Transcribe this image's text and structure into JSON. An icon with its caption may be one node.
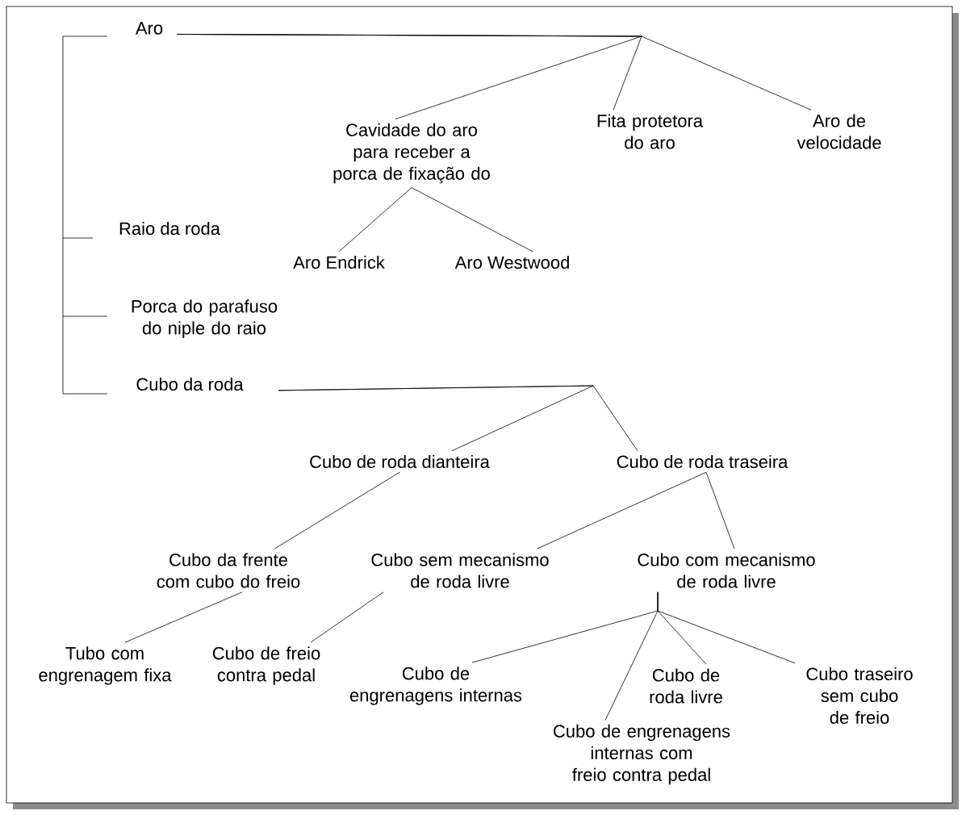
{
  "diagram": {
    "nodes": [
      {
        "text": [
          "Aro"
        ]
      },
      {
        "text": [
          "Cavidade do aro para receber a porca de fixação do"
        ]
      },
      {
        "text": [
          "Fita protetora do aro"
        ]
      },
      {
        "text": [
          "Aro de velocidade"
        ]
      },
      {
        "text": [
          "Aro Endrick"
        ]
      },
      {
        "text": [
          "Aro Westwood"
        ]
      },
      {
        "text": [
          "Raio da roda"
        ]
      },
      {
        "text": [
          "Porca do parafuso do niple do raio"
        ]
      },
      {
        "text": [
          "Cubo da roda"
        ]
      },
      {
        "text": [
          "Cubo de roda dianteira"
        ]
      },
      {
        "text": [
          "Cubo de roda traseira"
        ]
      },
      {
        "text": [
          "Cubo da frente com cubo do freio"
        ]
      },
      {
        "text": [
          "Cubo sem mecanismo de roda livre"
        ]
      },
      {
        "text": [
          "Cubo com mecanismo de roda livre"
        ]
      },
      {
        "text": [
          "Tubo com engrenagem fixa"
        ]
      },
      {
        "text": [
          "Cubo de freio contra pedal"
        ]
      },
      {
        "text": [
          "Cubo de engrenagens internas"
        ]
      },
      {
        "text": [
          "Cubo de engrenagens internas com freio contra pedal"
        ]
      },
      {
        "text": [
          "Cubo de roda livre"
        ]
      },
      {
        "text": [
          "Cubo traseiro sem cubo de freio"
        ]
      }
    ],
    "edges": [
      {
        "from": 0,
        "to": 1,
        "arrow": "none"
      },
      {
        "from": 0,
        "to": 2,
        "arrow": "none"
      },
      {
        "from": 0,
        "to": 3,
        "arrow": "none"
      },
      {
        "from": 1,
        "to": 4,
        "arrow": "none"
      },
      {
        "from": 1,
        "to": 5,
        "arrow": "none"
      },
      {
        "from": 8,
        "to": 9,
        "arrow": "none"
      },
      {
        "from": 8,
        "to": 10,
        "arrow": "none"
      },
      {
        "from": 9,
        "to": 11,
        "arrow": "none"
      },
      {
        "from": 10,
        "to": 12,
        "arrow": "none"
      },
      {
        "from": 10,
        "to": 13,
        "arrow": "none"
      },
      {
        "from": 11,
        "to": 14,
        "arrow": "none"
      },
      {
        "from": 12,
        "to": 15,
        "arrow": "none"
      },
      {
        "from": 13,
        "to": 16,
        "arrow": "none"
      },
      {
        "from": 13,
        "to": 17,
        "arrow": "none"
      },
      {
        "from": 13,
        "to": 18,
        "arrow": "none"
      },
      {
        "from": 13,
        "to": 19,
        "arrow": "none"
      }
    ]
  }
}
